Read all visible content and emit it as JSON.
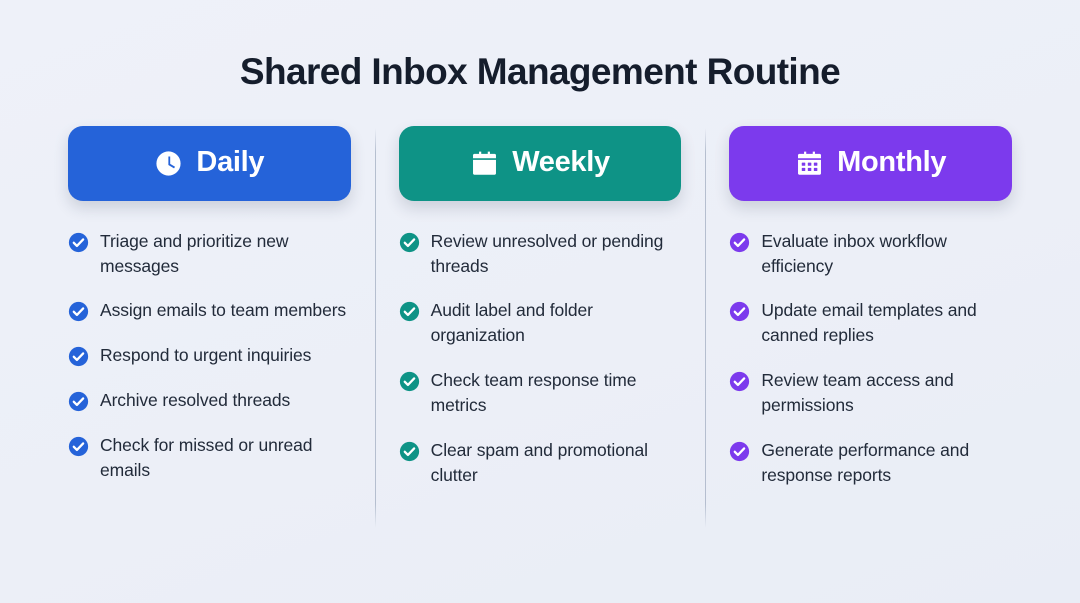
{
  "title": "Shared Inbox Management Routine",
  "theme": {
    "background": "#eef1f8",
    "title_color": "#151d2c",
    "text_color": "#222b3a",
    "divider_color": "#b2bccd"
  },
  "columns": [
    {
      "id": "daily",
      "label": "Daily",
      "icon": "clock-icon",
      "color": "#2563d9",
      "items": [
        "Triage and prioritize new messages",
        "Assign emails to team members",
        "Respond to urgent inquiries",
        "Archive resolved threads",
        "Check for missed or unread emails"
      ]
    },
    {
      "id": "weekly",
      "label": "Weekly",
      "icon": "calendar-icon",
      "color": "#0e9386",
      "items": [
        "Review unresolved or pending threads",
        "Audit label and folder organization",
        "Check team response time metrics",
        "Clear spam and promotional clutter"
      ]
    },
    {
      "id": "monthly",
      "label": "Monthly",
      "icon": "calendar-grid-icon",
      "color": "#7c3aed",
      "items": [
        "Evaluate inbox workflow efficiency",
        "Update email templates and canned replies",
        "Review team access and permissions",
        "Generate performance and response reports"
      ]
    }
  ]
}
